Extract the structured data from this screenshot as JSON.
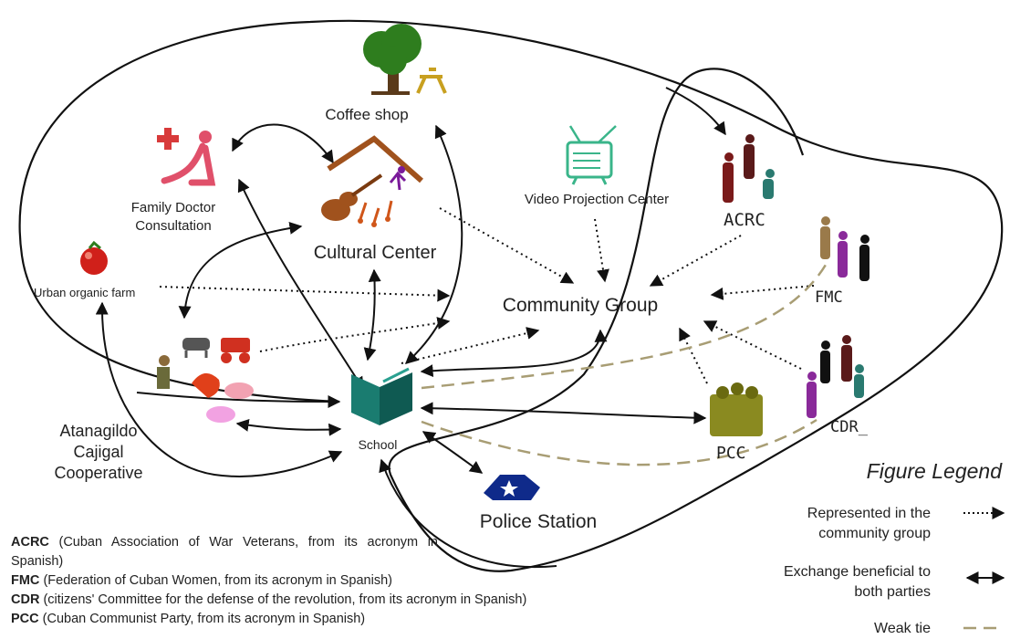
{
  "nodes": {
    "coffee_shop": "Coffee shop",
    "family_doctor": "Family Doctor\nConsultation",
    "cultural_center": "Cultural Center",
    "urban_farm": "Urban organic farm",
    "video_center": "Video Projection Center",
    "acrc": "ACRC",
    "fmc": "FMC",
    "community_group": "Community Group",
    "school": "School",
    "pcc": "PCC",
    "cdr": "CDR_",
    "cooperative": "Atanagildo\nCajigal\nCooperative",
    "police": "Police Station"
  },
  "notes": [
    {
      "abbr": "ACRC",
      "text": " (Cuban Association of War Veterans, from its acronym in Spanish)"
    },
    {
      "abbr": "FMC",
      "text": " (Federation of Cuban Women, from its acronym in Spanish)"
    },
    {
      "abbr": "CDR",
      "text": " (citizens' Committee for the defense of the revolution, from its acronym in Spanish)"
    },
    {
      "abbr": "PCC",
      "text": " (Cuban Communist Party, from its acronym in Spanish)"
    }
  ],
  "legend": {
    "title": "Figure Legend",
    "items": [
      {
        "label": "Represented in the\ncommunity group",
        "style": "dotted-arrow"
      },
      {
        "label": "Exchange beneficial to\nboth parties",
        "style": "double-arrow"
      },
      {
        "label": "Weak tie",
        "style": "dashed"
      }
    ]
  },
  "colors": {
    "weak_tie": "#a89d74",
    "school_book": "#1a7c70",
    "tree": "#2e7d1e",
    "police": "#0f2a8a",
    "pcc": "#8a8a20",
    "cultural": "#a0521d",
    "doctor": "#e0506a",
    "video": "#3ab58a"
  }
}
